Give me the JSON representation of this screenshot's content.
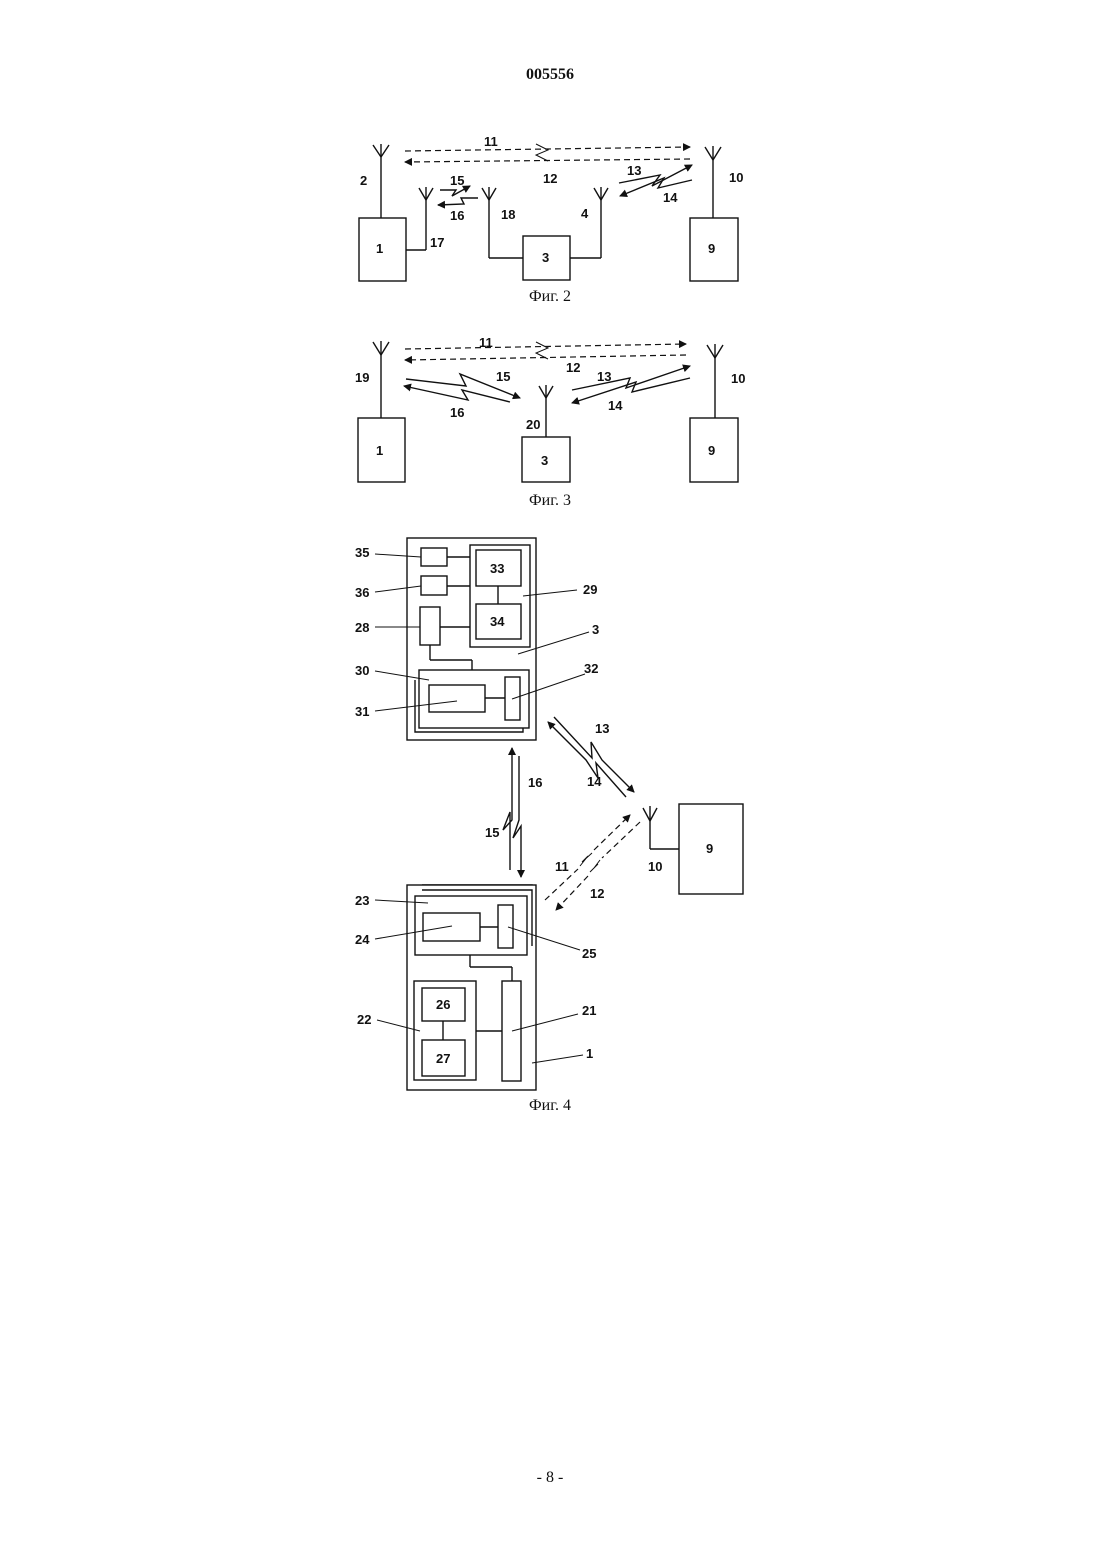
{
  "document": {
    "number": "005556",
    "page_footer": "- 8 -"
  },
  "figures": [
    {
      "caption": "Фиг. 2",
      "labels": [
        "1",
        "2",
        "3",
        "4",
        "9",
        "10",
        "11",
        "12",
        "13",
        "14",
        "15",
        "16",
        "17",
        "18"
      ]
    },
    {
      "caption": "Фиг. 3",
      "labels": [
        "1",
        "3",
        "9",
        "10",
        "11",
        "12",
        "13",
        "14",
        "15",
        "16",
        "19",
        "20"
      ]
    },
    {
      "caption": "Фиг. 4",
      "labels": [
        "1",
        "3",
        "9",
        "10",
        "11",
        "12",
        "13",
        "14",
        "15",
        "16",
        "21",
        "22",
        "23",
        "24",
        "25",
        "26",
        "27",
        "28",
        "29",
        "30",
        "31",
        "32",
        "33",
        "34",
        "35",
        "36"
      ]
    }
  ]
}
